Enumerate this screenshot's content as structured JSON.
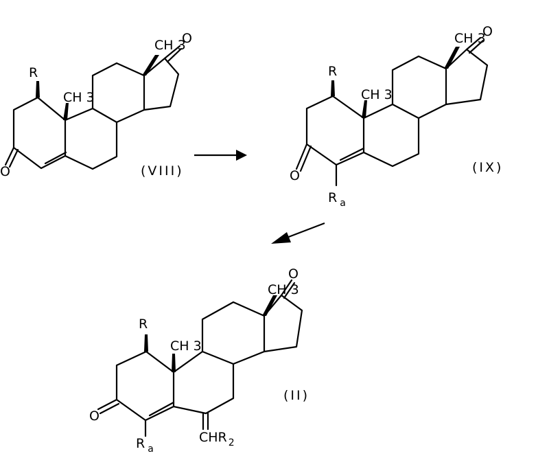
{
  "compounds": {
    "viii": {
      "id": "(VIII)",
      "r": "R",
      "ch3_ring": "CH 3",
      "ch3_top": "CH 3",
      "oxo_ring": "O",
      "oxo_top": "O"
    },
    "ix": {
      "id": "(IX)",
      "r": "R",
      "ra": "R",
      "ra_sub": "a",
      "ch3_ring": "CH 3",
      "ch3_top": "CH 3",
      "oxo_ring": "O",
      "oxo_top": "O"
    },
    "ii": {
      "id": "(II)",
      "r": "R",
      "ra": "R",
      "ra_sub": "a",
      "ch3_ring": "CH 3",
      "ch3_top": "CH 3",
      "oxo_ring": "O",
      "oxo_top": "O",
      "methylene": "CHR",
      "methylene_sub": "2"
    }
  }
}
